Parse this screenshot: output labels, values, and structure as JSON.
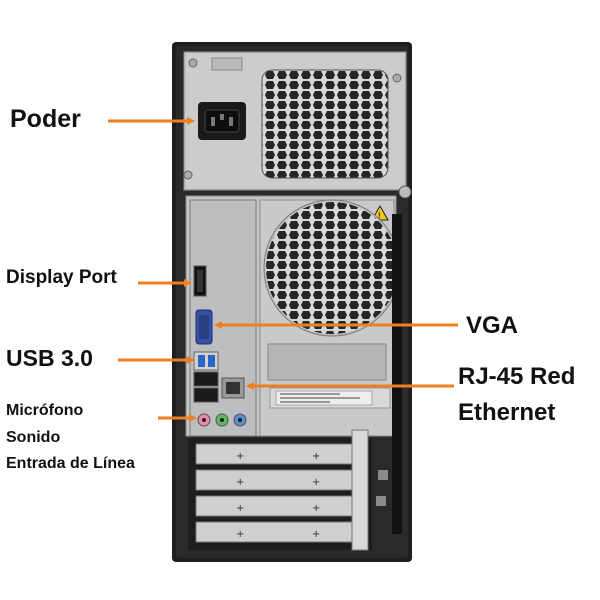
{
  "colors": {
    "arrow": "#ee7f22",
    "text": "#111111",
    "case_frame": "#1e1e1e",
    "metal_panel": "#c9cacb",
    "grille": "#2b2b2b",
    "port_blue": "#2c66c4",
    "vga_blue": "#3552a8",
    "ethernet": "#9a9a9a",
    "jack_pink": "#e88aa8",
    "jack_green": "#5dbb5d",
    "jack_blue": "#5a8fd6",
    "warning_yellow": "#f2c51c"
  },
  "labels": {
    "power": "Poder",
    "display_port": "Display Port",
    "usb": "USB 3.0",
    "audio_mic": "Micrófono",
    "audio_sound": "Sonido",
    "audio_line_in": "Entrada de Línea",
    "vga": "VGA",
    "rj45": "RJ-45 Red",
    "ethernet": "Ethernet"
  }
}
